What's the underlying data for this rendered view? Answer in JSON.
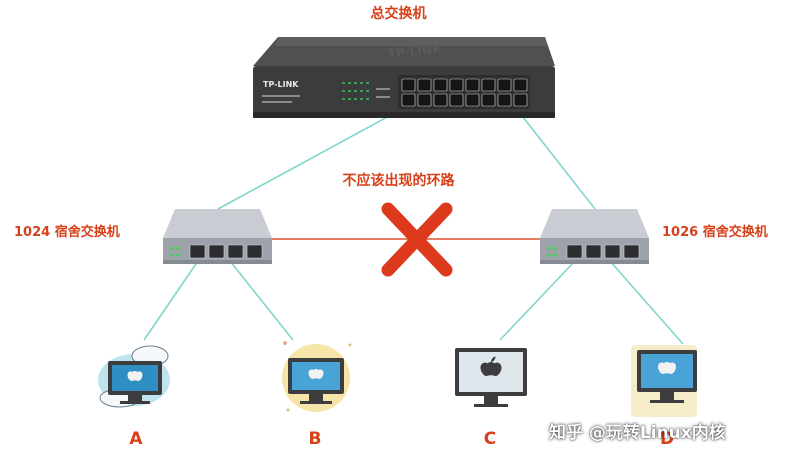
{
  "title": "总交换机",
  "core_switch": {
    "brand": "TP-LINK"
  },
  "loop_label": "不应该出现的环路",
  "left_switch_label": "1024 宿舍交换机",
  "right_switch_label": "1026 宿舍交换机",
  "computers": [
    {
      "label": "A"
    },
    {
      "label": "B"
    },
    {
      "label": "C"
    },
    {
      "label": "D"
    }
  ],
  "watermark": "知乎 @玩转Linux内核",
  "colors": {
    "label_red": "#d8401a",
    "cable": "#7fd6cc",
    "loop_line": "#e05030",
    "cross": "#dd3a1d",
    "switch_body": "#3f3f41",
    "small_switch": "#a6aab3"
  }
}
